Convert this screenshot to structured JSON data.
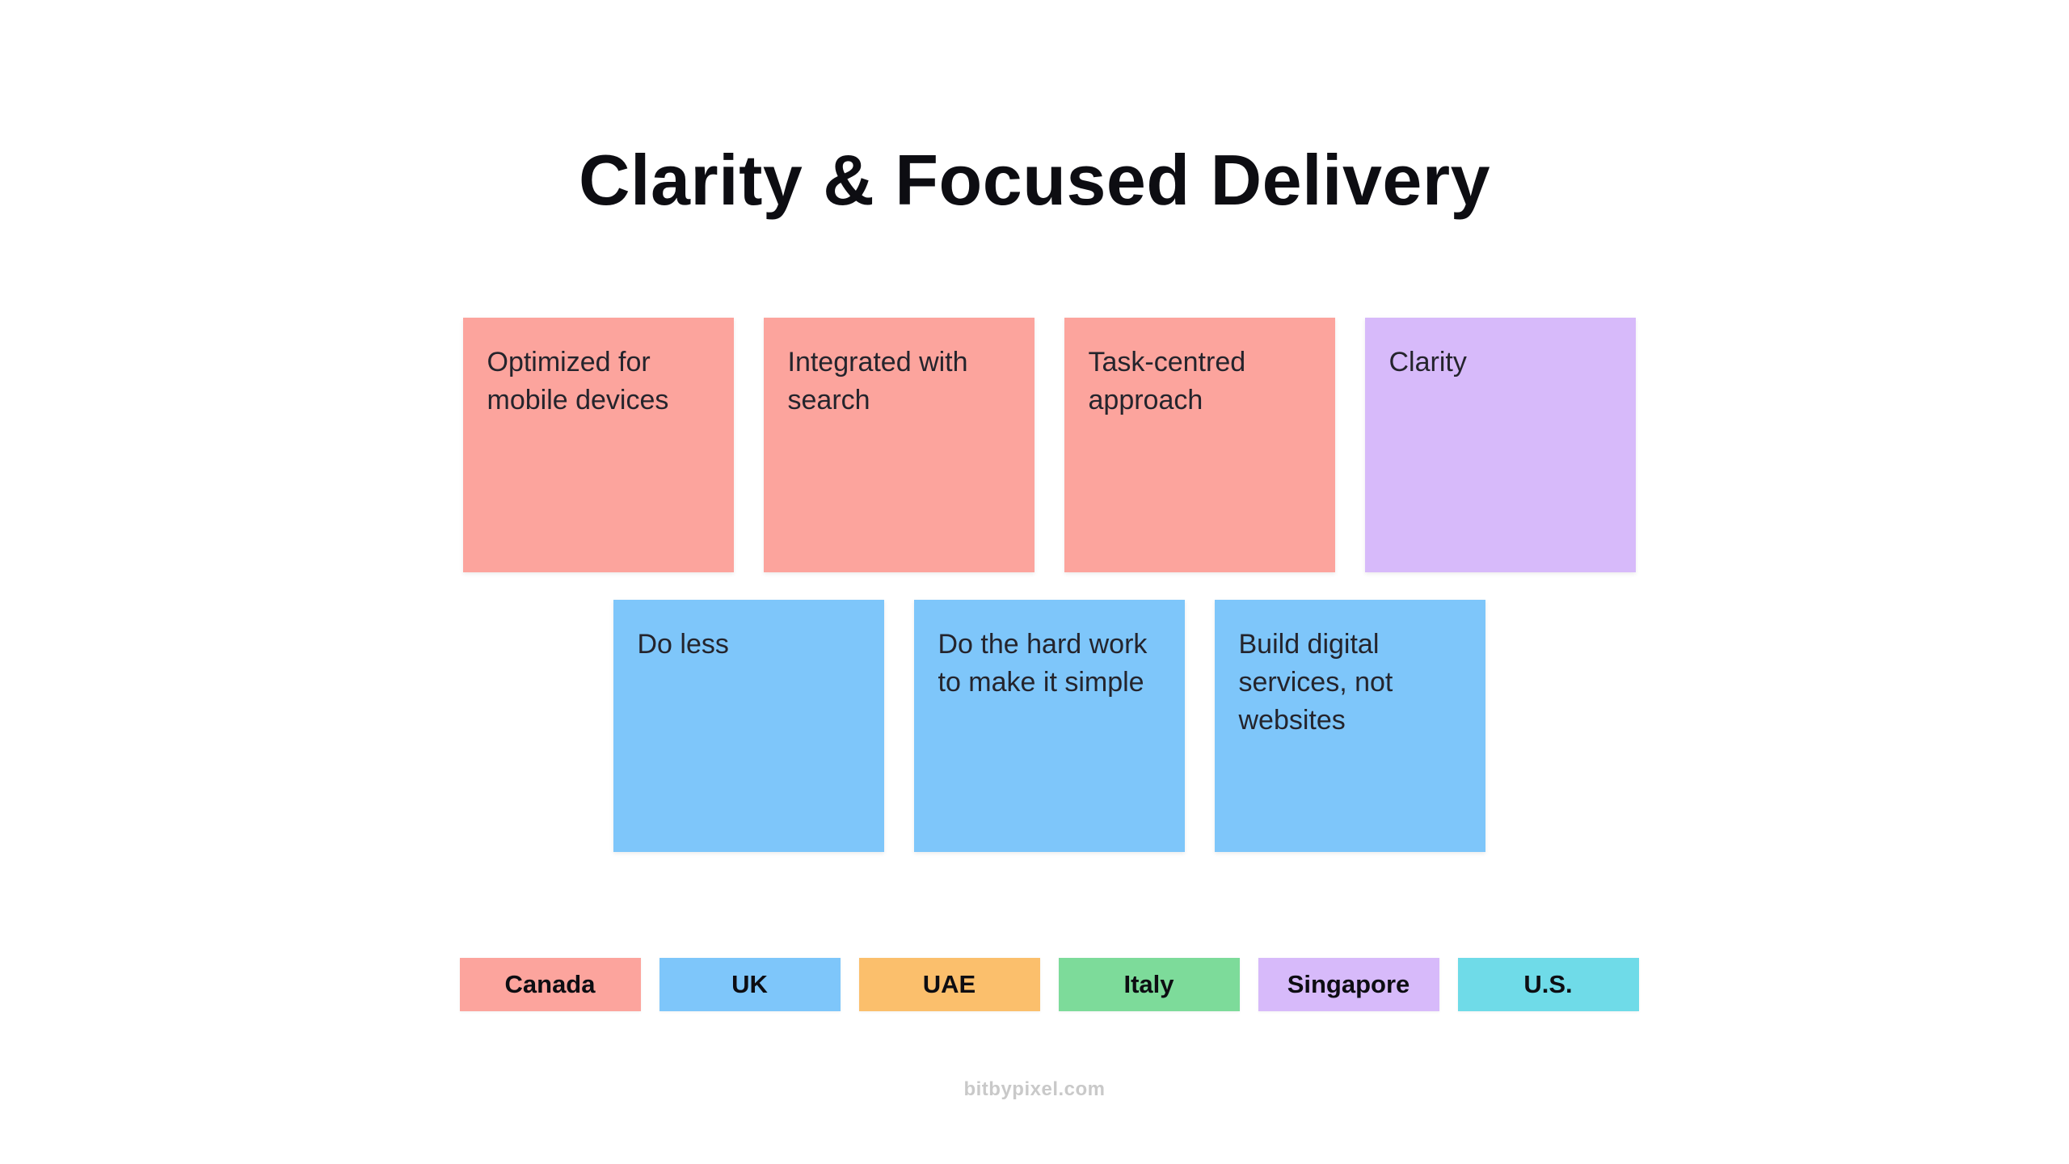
{
  "title": "Clarity & Focused Delivery",
  "colors": {
    "salmon": "#FCA49D",
    "purple": "#D7BAFA",
    "blue": "#7EC6FA",
    "orange": "#FBBF6C",
    "green": "#7DDB9A",
    "cyan": "#6FDBE8"
  },
  "notes_row1": [
    {
      "text": "Optimized for mobile devices",
      "color": "#FCA49D"
    },
    {
      "text": "Integrated with search",
      "color": "#FCA49D"
    },
    {
      "text": "Task-centred approach",
      "color": "#FCA49D"
    },
    {
      "text": "Clarity",
      "color": "#D7BAFA"
    }
  ],
  "notes_row2": [
    {
      "text": "Do less",
      "color": "#7EC6FA"
    },
    {
      "text": "Do the hard work to make it simple",
      "color": "#7EC6FA"
    },
    {
      "text": "Build digital services, not websites",
      "color": "#7EC6FA"
    }
  ],
  "legend": [
    {
      "label": "Canada",
      "color": "#FCA49D"
    },
    {
      "label": "UK",
      "color": "#7EC6FA"
    },
    {
      "label": "UAE",
      "color": "#FBBF6C"
    },
    {
      "label": "Italy",
      "color": "#7DDB9A"
    },
    {
      "label": "Singapore",
      "color": "#D7BAFA"
    },
    {
      "label": "U.S.",
      "color": "#6FDBE8"
    }
  ],
  "footer": "bitbypixel.com"
}
